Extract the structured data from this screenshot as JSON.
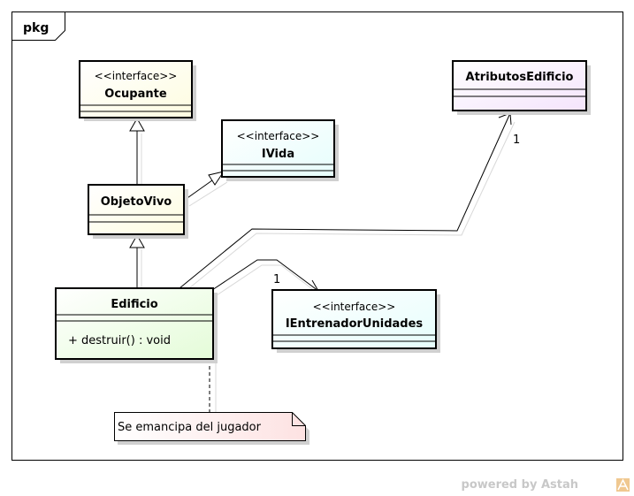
{
  "package": {
    "label": "pkg"
  },
  "classes": {
    "ocupante": {
      "stereotype": "<<interface>>",
      "name": "Ocupante",
      "fill": "#fefce0"
    },
    "ivida": {
      "stereotype": "<<interface>>",
      "name": "IVida",
      "fill": "#e6fefc"
    },
    "objetovivo": {
      "name": "ObjetoVivo",
      "fill": "#fefce0"
    },
    "atributos": {
      "name": "AtributosEdificio",
      "fill": "#f4e4fc"
    },
    "edificio": {
      "name": "Edificio",
      "operation": "+ destruir() : void",
      "fill": "#e4fcd8"
    },
    "ientrenador": {
      "stereotype": "<<interface>>",
      "name": "IEntrenadorUnidades",
      "fill": "#e6fefc"
    }
  },
  "multiplicities": {
    "atributos": "1",
    "ientrenador": "1"
  },
  "note": {
    "text": "Se emancipa del jugador",
    "fill": "#fde2e2"
  },
  "watermark": {
    "text": "powered by Astah"
  }
}
